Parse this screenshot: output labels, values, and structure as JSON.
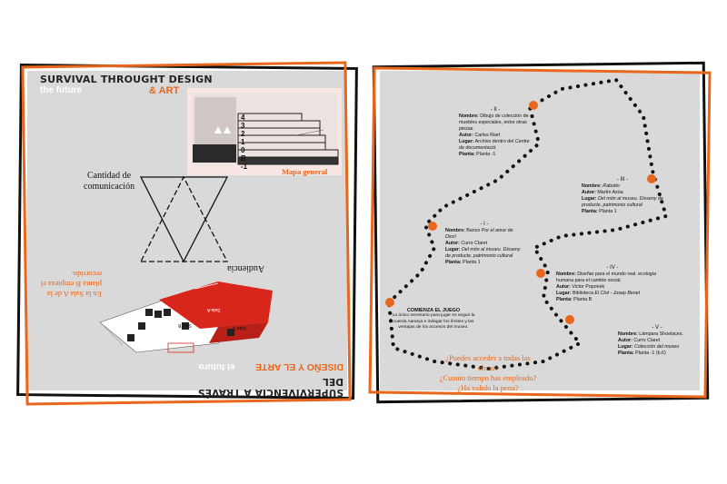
{
  "left_panel": {
    "title_line1": "SURVIVAL THROUGHT DESIGN",
    "title_line2": "the future",
    "title_art": "& ART",
    "map_label": "Mapa general",
    "floor_levels": [
      "4",
      "3",
      "2",
      "1",
      "0",
      "B",
      "-1"
    ],
    "diagram_left_label": "Cantidad de\ncomunicación",
    "diagram_bottom_label": "Audiencia",
    "rotated_title_line1": "SUPERVIVENCIA A TRAVÉS DEL",
    "rotated_title_line2": "el futuro",
    "rotated_title_art": "DISEÑO Y EL ARTE",
    "rotated_note": "En la Sala A de la planta B empieza el recorrido.",
    "room_labels": [
      "Sala A",
      "Sala B",
      "Sala C"
    ]
  },
  "right_panel": {
    "stops": [
      {
        "numeral": "- II -",
        "nombre_label": "Nombre:",
        "nombre": "Dibujo de colección de muebles especiales, entre otras piezas.",
        "autor_label": "Autor:",
        "autor": "Carles Riart",
        "lugar_label": "Lugar:",
        "lugar": "Archivo dentro del",
        "lugar_extra": "Centre de documentació.",
        "planta_label": "Planta:",
        "planta": "Planta -1"
      },
      {
        "numeral": "- III -",
        "nombre_label": "Nombre:",
        "nombre": "Rabotto",
        "autor_label": "Autor:",
        "autor": "Martín Azúa",
        "lugar_label": "Lugar:",
        "lugar": "Del món al museu.",
        "lugar_extra": "Disseny de producte, patrimonio cultural",
        "planta_label": "Planta:",
        "planta": "Planta 1"
      },
      {
        "numeral": "- I -",
        "nombre_label": "Nombre:",
        "nombre": "Banco",
        "nombre_extra": "Por el amor de Dios!",
        "autor_label": "Autor:",
        "autor": "Curro Claret",
        "lugar_label": "Lugar:",
        "lugar": "Del món al museu.",
        "lugar_extra": "Disseny de producte, patrimonio cultural",
        "planta_label": "Planta:",
        "planta": "Planta 1"
      },
      {
        "numeral": "- IV -",
        "nombre_label": "Nombre:",
        "nombre": "Diseñar para el mundo real. ecología humana para el cambio social.",
        "autor_label": "Autor:",
        "autor": "Victor Poponek",
        "lugar_label": "Lugar:",
        "lugar": "Biblioteca",
        "lugar_extra": "El Clot - Josep Benet",
        "planta_label": "Planta:",
        "planta": "Planta B"
      },
      {
        "numeral": "- V -",
        "nombre_label": "Nombre:",
        "nombre": "Lámpara Shoelaces.",
        "autor_label": "Autor:",
        "autor": "Curro Claret",
        "lugar_label": "Lugar:",
        "lugar": "Colección del museo",
        "planta_label": "Planta:",
        "planta": "Planta -1 (b.6)"
      }
    ],
    "start": {
      "heading": "COMIENZA EL JUEGO",
      "body": "Lo único necesario para jugar es seguir la cuerda naranja e indagar los límites y las ventajas de los accesos del museo."
    },
    "questions": [
      "¿Puedes acceder a todas las obras?",
      "¿Cuanto tiempo has empleado?",
      "¿Ha valido la pena?"
    ]
  },
  "colors": {
    "panel_bg": "#d9d9d9",
    "accent_orange": "#e8671d",
    "frame_black": "#111111",
    "map_red": "#d9261c"
  }
}
